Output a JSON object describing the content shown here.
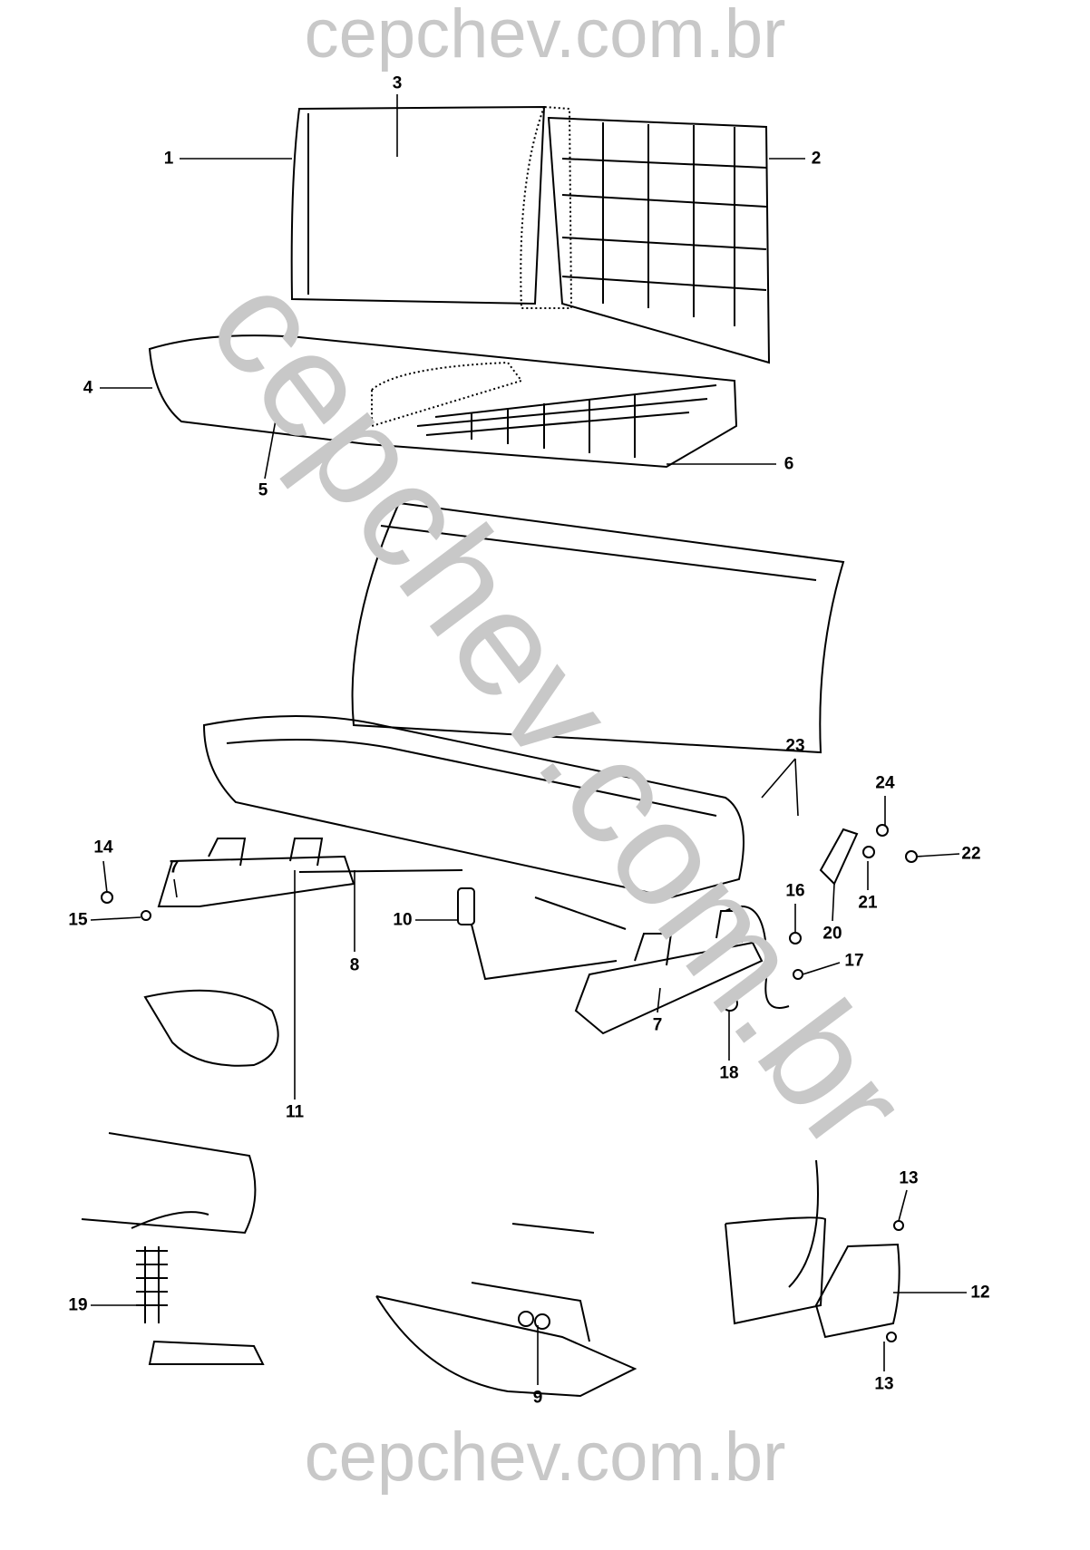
{
  "watermark": {
    "top": "cepchev.com.br",
    "diagonal": "cepchev.com.br",
    "bottom": "cepchev.com.br"
  },
  "callouts": [
    {
      "id": "c3",
      "text": "3"
    },
    {
      "id": "c1",
      "text": "1"
    },
    {
      "id": "c2",
      "text": "2"
    },
    {
      "id": "c4",
      "text": "4"
    },
    {
      "id": "c5",
      "text": "5"
    },
    {
      "id": "c6",
      "text": "6"
    },
    {
      "id": "c23",
      "text": "23"
    },
    {
      "id": "c24",
      "text": "24"
    },
    {
      "id": "c22",
      "text": "22"
    },
    {
      "id": "c14",
      "text": "14"
    },
    {
      "id": "c7a",
      "text": "7"
    },
    {
      "id": "c15",
      "text": "15"
    },
    {
      "id": "c8",
      "text": "8"
    },
    {
      "id": "c10",
      "text": "10"
    },
    {
      "id": "c16",
      "text": "16"
    },
    {
      "id": "c21",
      "text": "21"
    },
    {
      "id": "c20",
      "text": "20"
    },
    {
      "id": "c17",
      "text": "17"
    },
    {
      "id": "c7b",
      "text": "7"
    },
    {
      "id": "c18",
      "text": "18"
    },
    {
      "id": "c11",
      "text": "11"
    },
    {
      "id": "c13a",
      "text": "13"
    },
    {
      "id": "c12",
      "text": "12"
    },
    {
      "id": "c19",
      "text": "19"
    },
    {
      "id": "c9",
      "text": "9"
    },
    {
      "id": "c13b",
      "text": "13"
    }
  ]
}
